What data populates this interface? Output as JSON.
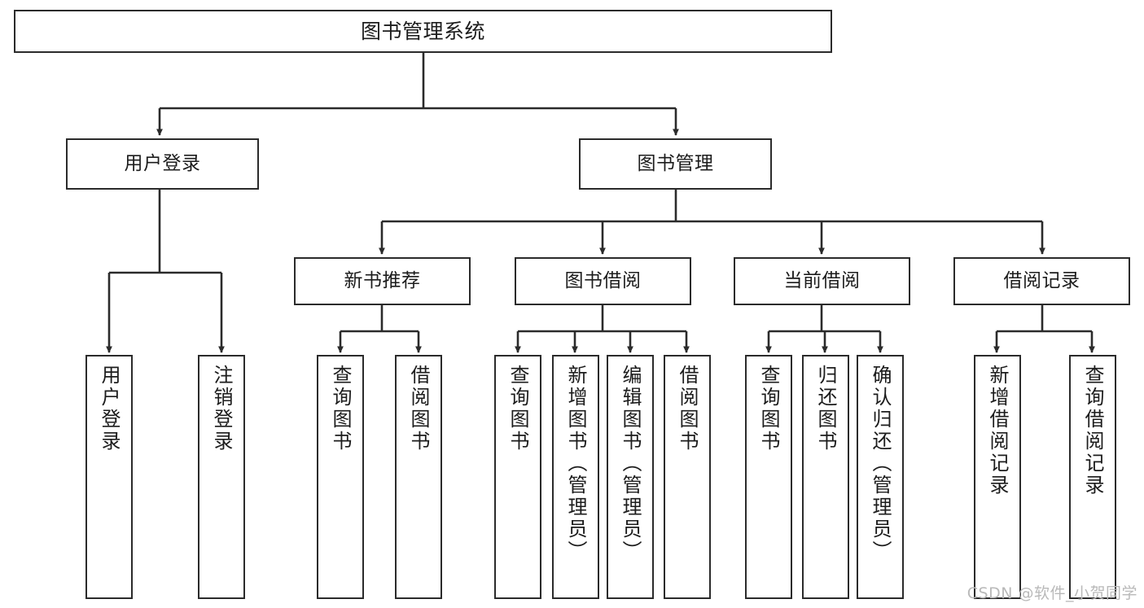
{
  "diagram": {
    "title": "图书管理系统",
    "line_color": "#2b2b2b",
    "box_fill": "#ffffff",
    "text_color": "#1c1c1c"
  },
  "root": {
    "label": "图书管理系统"
  },
  "level2": [
    {
      "label": "用户登录"
    },
    {
      "label": "图书管理"
    }
  ],
  "level3": [
    {
      "label": "新书推荐"
    },
    {
      "label": "图书借阅"
    },
    {
      "label": "当前借阅"
    },
    {
      "label": "借阅记录"
    }
  ],
  "leaves": {
    "user_login": [
      {
        "label": "用户登录"
      },
      {
        "label": "注销登录"
      }
    ],
    "new_book_recommend": [
      {
        "label": "查询图书"
      },
      {
        "label": "借阅图书"
      }
    ],
    "book_borrow": [
      {
        "label": "查询图书"
      },
      {
        "label": "新增图书（管理员）"
      },
      {
        "label": "编辑图书（管理员）"
      },
      {
        "label": "借阅图书"
      }
    ],
    "current_borrow": [
      {
        "label": "查询图书"
      },
      {
        "label": "归还图书"
      },
      {
        "label": "确认归还（管理员）"
      }
    ],
    "borrow_record": [
      {
        "label": "新增借阅记录"
      },
      {
        "label": "查询借阅记录"
      }
    ]
  },
  "watermark": {
    "text": "CSDN @软件_小贺同学",
    "color": "#b9b9b9"
  }
}
